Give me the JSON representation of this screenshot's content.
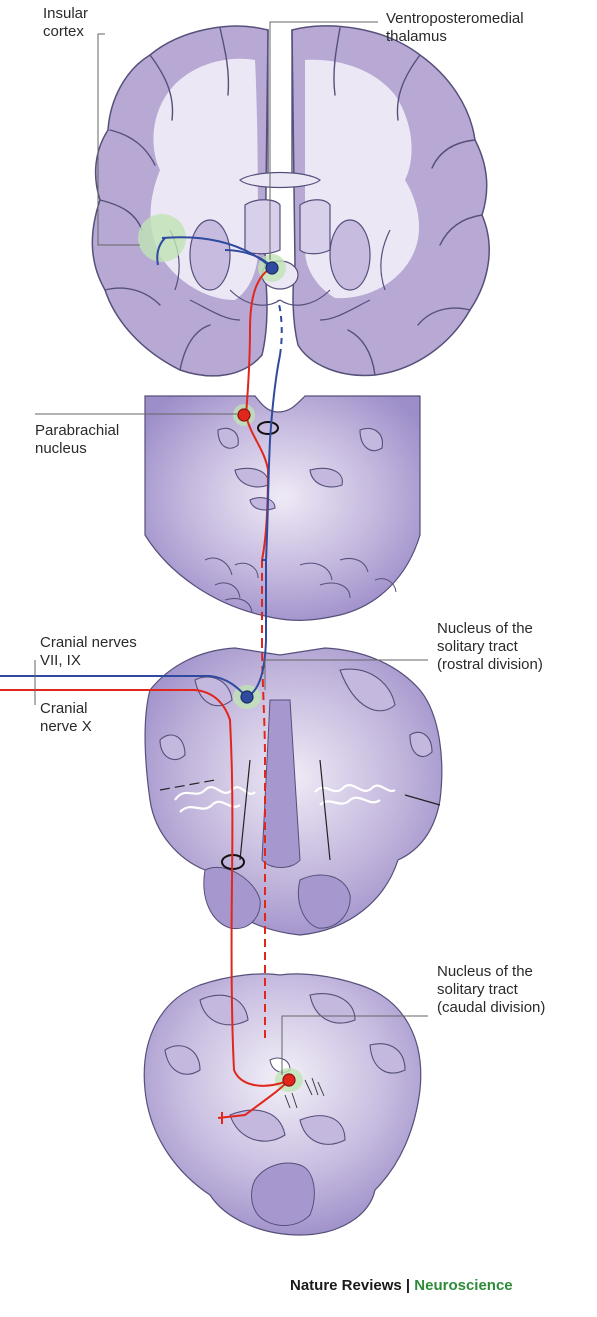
{
  "labels": {
    "insular_cortex": [
      "Insular",
      "cortex"
    ],
    "vpm_thalamus": [
      "Ventroposteromedial",
      "thalamus"
    ],
    "parabrachial": [
      "Parabrachial",
      "nucleus"
    ],
    "cranial_vii_ix": [
      "Cranial nerves",
      "VII, IX"
    ],
    "cranial_x": [
      "Cranial",
      "nerve X"
    ],
    "nts_rostral": [
      "Nucleus of the",
      "solitary tract",
      "(rostral division)"
    ],
    "nts_caudal": [
      "Nucleus of the",
      "solitary tract",
      "(caudal division)"
    ]
  },
  "credit": {
    "journal": "Nature Reviews",
    "separator": " | ",
    "subject": "Neuroscience"
  },
  "colors": {
    "tissue": "#b7a9d4",
    "tissue_dark": "#8f7fbf",
    "white_matter": "#ece7f5",
    "outline": "#55507a",
    "red_pathway": "#e1261c",
    "blue_pathway": "#2f4a9e",
    "highlight": "#bfe3b4",
    "credit_green": "#2e8b3a"
  },
  "icons": [
    "brain-coronal-section",
    "pons-section",
    "medulla-rostral-section",
    "medulla-caudal-section"
  ]
}
